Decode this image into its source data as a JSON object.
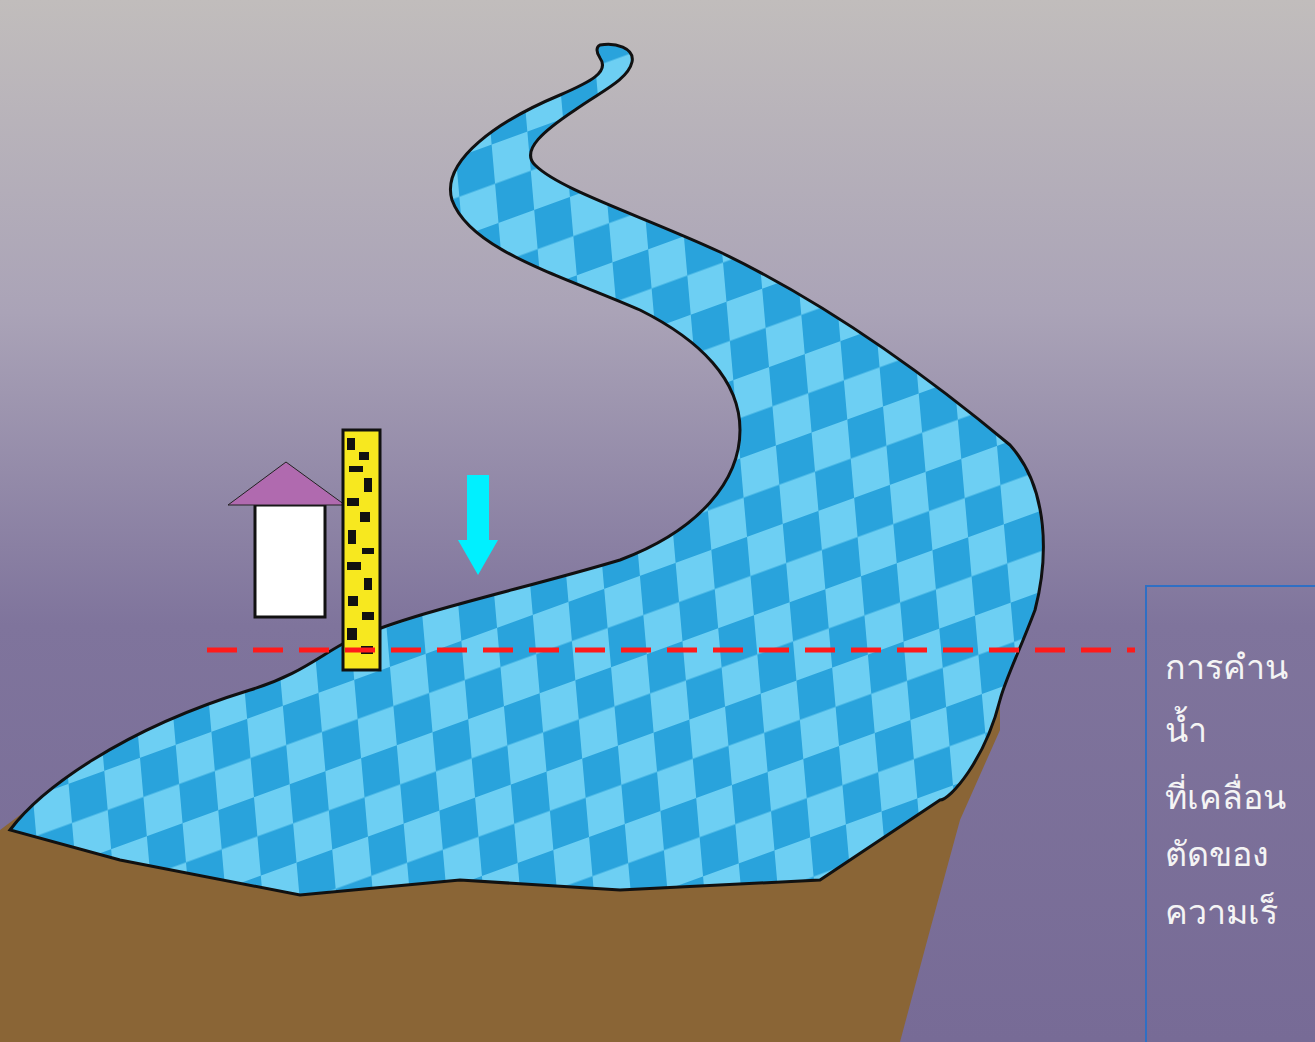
{
  "diagram": {
    "nodes": [
      {
        "text": [
          "การคำน",
          "น้ำ",
          "ที่เคลื่อน",
          "ตัดของ",
          "ความเร็"
        ]
      }
    ]
  }
}
